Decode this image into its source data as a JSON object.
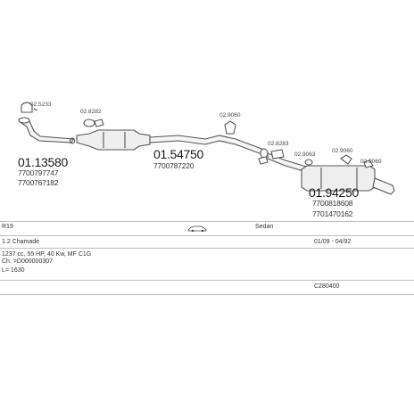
{
  "diagram": {
    "parts": [
      {
        "id": "front_pipe",
        "number": "01.13580",
        "oe": [
          "7700797747",
          "7700767182"
        ]
      },
      {
        "id": "middle_silencer",
        "number": "01.54750",
        "oe": [
          "7700787220"
        ]
      },
      {
        "id": "rear_silencer",
        "number": "01.94250",
        "oe": [
          "7700818608",
          "7701470162"
        ]
      }
    ],
    "accessories": [
      "02.5233",
      "02.8282",
      "02.9060",
      "02.8283",
      "02.9063",
      "02.9060",
      "02.9060"
    ]
  },
  "info": {
    "model": "R19",
    "body_type": "Sedan",
    "version": "1.2 Chamade",
    "date_range": "01/09 - 04/92",
    "engine": "1237 cc, 55 HP, 40 Kw, MF C1G",
    "chassis": "Ch. >D000000307",
    "length": "L= 1630",
    "code": "C280400"
  }
}
